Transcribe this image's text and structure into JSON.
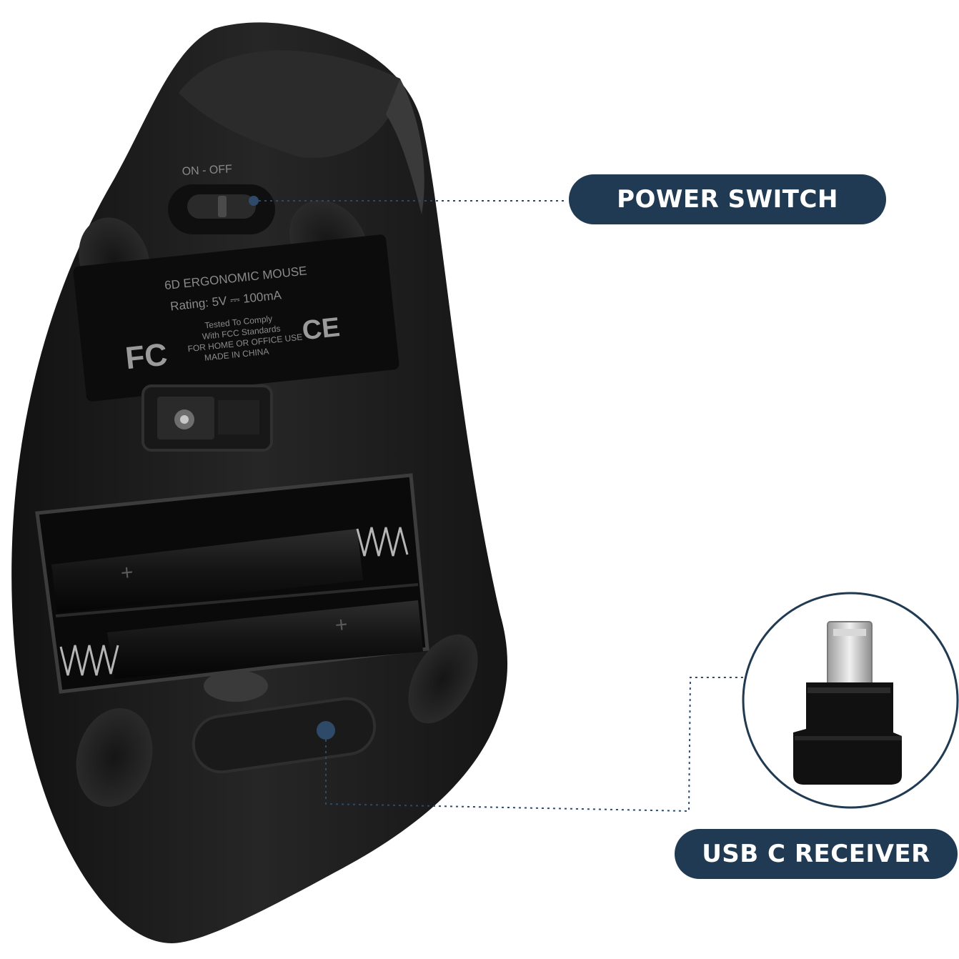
{
  "callouts": {
    "power_switch": "POWER SWITCH",
    "usb_receiver": "USB C RECEIVER"
  },
  "mouse_label": {
    "switch_marking": "ON - OFF",
    "model": "6D ERGONOMIC MOUSE",
    "rating": "Rating: 5V ⎓ 100mA",
    "compliance_lines": [
      "Tested To Comply",
      "With FCC Standards",
      "FOR HOME OR OFFICE USE",
      "MADE IN CHINA"
    ]
  },
  "colors": {
    "callout_fill": "#1f3a52",
    "callout_text": "#ffffff",
    "connector_dots": "#2e4a68",
    "mouse_body": "#1c1c1c"
  }
}
